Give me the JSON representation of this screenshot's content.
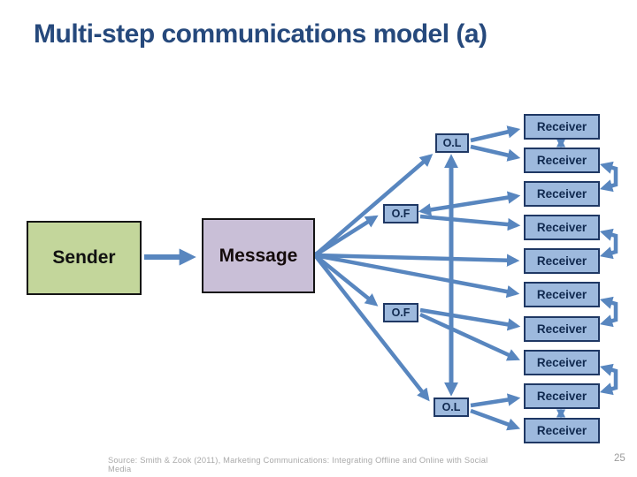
{
  "slide": {
    "title": "Multi-step communications model (a)",
    "source_text": "Source: Smith & Zook (2011), Marketing Communications: Integrating Offline and Online with Social Media",
    "page_number": "25"
  },
  "diagram": {
    "sender_label": "Sender",
    "message_label": "Message",
    "nodes": {
      "ol_top": "O.L",
      "of_top": "O.F",
      "of_bottom": "O.F",
      "ol_bottom": "O.L"
    },
    "receivers": [
      "Receiver",
      "Receiver",
      "Receiver",
      "Receiver",
      "Receiver",
      "Receiver",
      "Receiver",
      "Receiver",
      "Receiver",
      "Receiver"
    ],
    "colors": {
      "arrow": "#5886BF",
      "sender_fill": "#C3D69B",
      "message_fill": "#C9BFD7",
      "node_fill": "#9DB9DD",
      "node_border": "#1F3864",
      "title_text": "#26497C",
      "footer_text": "#A9A9A9"
    }
  }
}
